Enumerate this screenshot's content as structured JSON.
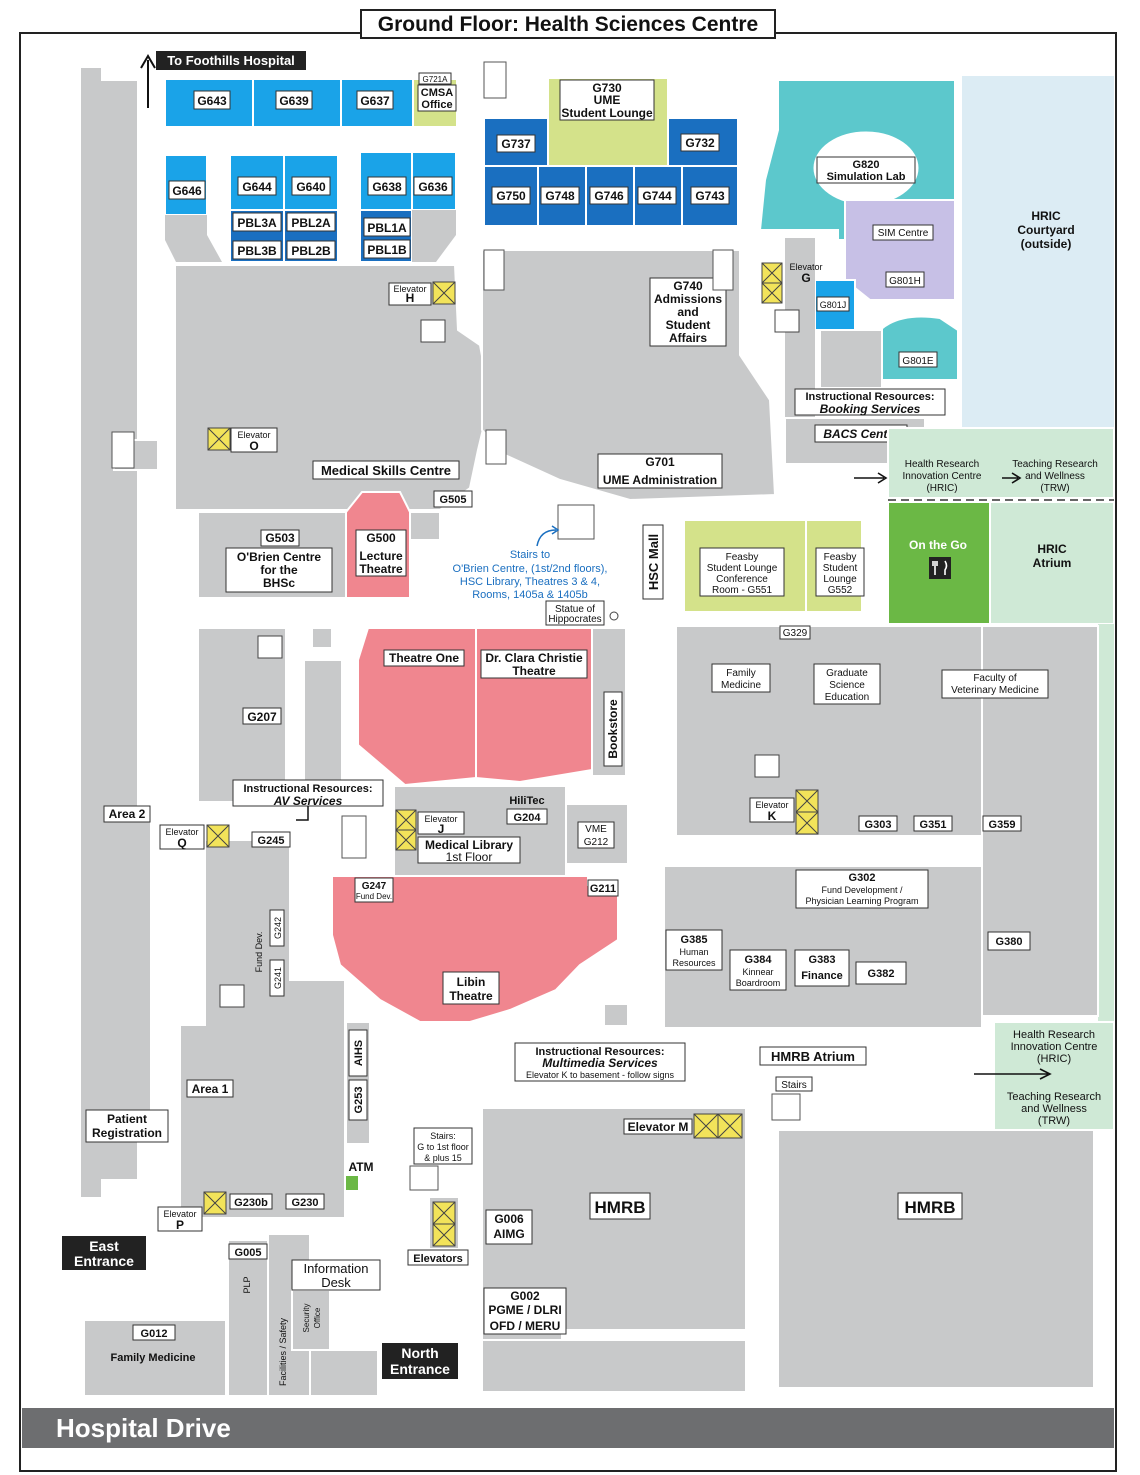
{
  "title": "Ground Floor: Health Sciences Centre",
  "street": "Hospital Drive",
  "top_link": "To Foothills Hospital",
  "courtyard": [
    "HRIC",
    "Courtyard",
    "(outside)"
  ],
  "colors": {
    "blue_light": "#1aa3e8",
    "blue_mid": "#1a6fc0",
    "blue_dark": "#0b4f9e",
    "teal": "#5cc8cc",
    "lavender": "#c7c0e6",
    "green_pale": "#d4e28a",
    "green": "#6bb845",
    "mint": "#cfe9d6",
    "red": "#f0868f",
    "grey": "#c8c9ca",
    "yellow": "#f2e35a"
  },
  "rooms": {
    "G643": "G643",
    "G639": "G639",
    "G637": "G637",
    "G721A": "G721A",
    "cmsa": [
      "CMSA",
      "Office"
    ],
    "G646": "G646",
    "G644": "G644",
    "G640": "G640",
    "G638": "G638",
    "G636": "G636",
    "PBL3A": "PBL3A",
    "PBL2A": "PBL2A",
    "PBL1A": "PBL1A",
    "PBL3B": "PBL3B",
    "PBL2B": "PBL2B",
    "PBL1B": "PBL1B",
    "G730": [
      "G730",
      "UME",
      "Student Lounge"
    ],
    "G737": "G737",
    "G732": "G732",
    "G750": "G750",
    "G748": "G748",
    "G746": "G746",
    "G744": "G744",
    "G743": "G743",
    "G820": [
      "G820",
      "Simulation Lab"
    ],
    "sim": "SIM Centre",
    "G801H": "G801H",
    "G801J": "G801J",
    "G801E": "G801E",
    "G740": [
      "G740",
      "Admissions",
      "and",
      "Student",
      "Affairs"
    ],
    "booking": [
      "Instructional Resources:",
      "Booking Services"
    ],
    "bacs": "BACS Centre",
    "G701": [
      "G701",
      "UME Administration"
    ],
    "msc": "Medical Skills Centre",
    "G505": "G505",
    "G503": "G503",
    "obrien": [
      "O'Brien Centre",
      "for the",
      "BHSc"
    ],
    "G500": [
      "G500",
      "Lecture",
      "Theatre"
    ],
    "stairs_note": [
      "Stairs to",
      "O'Brien Centre, (1st/2nd floors),",
      "HSC Library, Theatres 3 & 4,",
      "Rooms, 1405a & 1405b"
    ],
    "mall": "HSC Mall",
    "feasby1": [
      "Feasby",
      "Student Lounge",
      "Conference",
      "Room - G551"
    ],
    "feasby2": [
      "Feasby",
      "Student",
      "Lounge",
      "G552"
    ],
    "onthego": "On the Go",
    "atrium": [
      "HRIC",
      "Atrium"
    ],
    "hric_top": [
      "Health Research",
      "Innovation Centre",
      "(HRIC)"
    ],
    "trw_top": [
      "Teaching Research",
      "and Wellness",
      "(TRW)"
    ],
    "statue": [
      "Statue of",
      "Hippocrates"
    ],
    "theatre1": "Theatre One",
    "christie": [
      "Dr. Clara Christie",
      "Theatre"
    ],
    "bookstore": "Bookstore",
    "G329": "G329",
    "family_med": [
      "Family",
      "Medicine"
    ],
    "grad": [
      "Graduate",
      "Science",
      "Education"
    ],
    "vet": [
      "Faculty of",
      "Veterinary Medicine"
    ],
    "G207": "G207",
    "av": [
      "Instructional Resources:",
      "AV Services"
    ],
    "area2": "Area 2",
    "hilitec": "HiliTec",
    "G204": "G204",
    "vme": [
      "VME",
      "G212"
    ],
    "medlib": [
      "Medical Library",
      "1st Floor"
    ],
    "G303": "G303",
    "G351": "G351",
    "G359": "G359",
    "G245": "G245",
    "G247": [
      "G247",
      "Fund Dev."
    ],
    "G211": "G211",
    "G302": [
      "G302",
      "Fund Development /",
      "Physician Learning Program"
    ],
    "G385": [
      "G385",
      "Human",
      "Resources"
    ],
    "G384": [
      "G384",
      "Kinnear",
      "Boardroom"
    ],
    "G383": [
      "G383",
      "Finance"
    ],
    "G382": "G382",
    "G380": "G380",
    "G242": "G242",
    "G241": "G241",
    "fund_dev": "Fund Dev.",
    "libin": [
      "Libin",
      "Theatre"
    ],
    "aihs": "AIHS",
    "G253": "G253",
    "area1": "Area 1",
    "multimedia": [
      "Instructional Resources:",
      "Multimedia Services",
      "Elevator K to basement - follow signs"
    ],
    "hmrb_atrium": "HMRB Atrium",
    "stairs": "Stairs",
    "hric_bottom": [
      "Health Research",
      "Innovation Centre",
      "(HRIC)"
    ],
    "trw_bottom": [
      "Teaching Research",
      "and Wellness",
      "(TRW)"
    ],
    "patient": [
      "Patient",
      "Registration"
    ],
    "atm": "ATM",
    "G230b": "G230b",
    "G230": "G230",
    "stairs_g": [
      "Stairs:",
      "G to 1st floor",
      "& plus 15"
    ],
    "hmrb": "HMRB",
    "G006": [
      "G006",
      "AIMG"
    ],
    "G002": [
      "G002",
      "PGME / DLRI",
      "OFD / MERU"
    ],
    "east": [
      "East",
      "Entrance"
    ],
    "north": [
      "North",
      "Entrance"
    ],
    "G005": "G005",
    "plp": "PLP",
    "facilities": "Facilities / Safety",
    "security": [
      "Security",
      "Office"
    ],
    "info": [
      "Information",
      "Desk"
    ],
    "G012": "G012",
    "family_med2": "Family Medicine"
  },
  "elevators": {
    "H": [
      "Elevator",
      "H"
    ],
    "O": [
      "Elevator",
      "O"
    ],
    "G": [
      "Elevator",
      "G"
    ],
    "J": [
      "Elevator",
      "J"
    ],
    "K": [
      "Elevator",
      "K"
    ],
    "Q": [
      "Elevator",
      "Q"
    ],
    "P": [
      "Elevator",
      "P"
    ],
    "M": "Elevator M",
    "bank": "Elevators"
  }
}
